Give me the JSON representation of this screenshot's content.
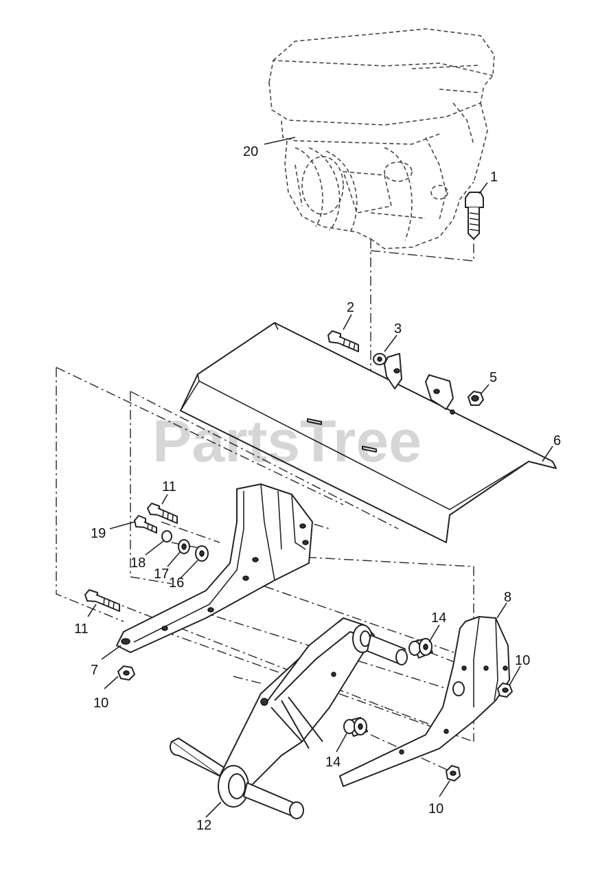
{
  "watermark": "PartsTree",
  "callouts": {
    "c1": "1",
    "c2": "2",
    "c3": "3",
    "c5": "5",
    "c6": "6",
    "c7": "7",
    "c8": "8",
    "c10a": "10",
    "c10b": "10",
    "c10c": "10",
    "c11a": "11",
    "c11b": "11",
    "c12": "12",
    "c14a": "14",
    "c14b": "14",
    "c16": "16",
    "c17": "17",
    "c18": "18",
    "c19": "19",
    "c20": "20"
  }
}
